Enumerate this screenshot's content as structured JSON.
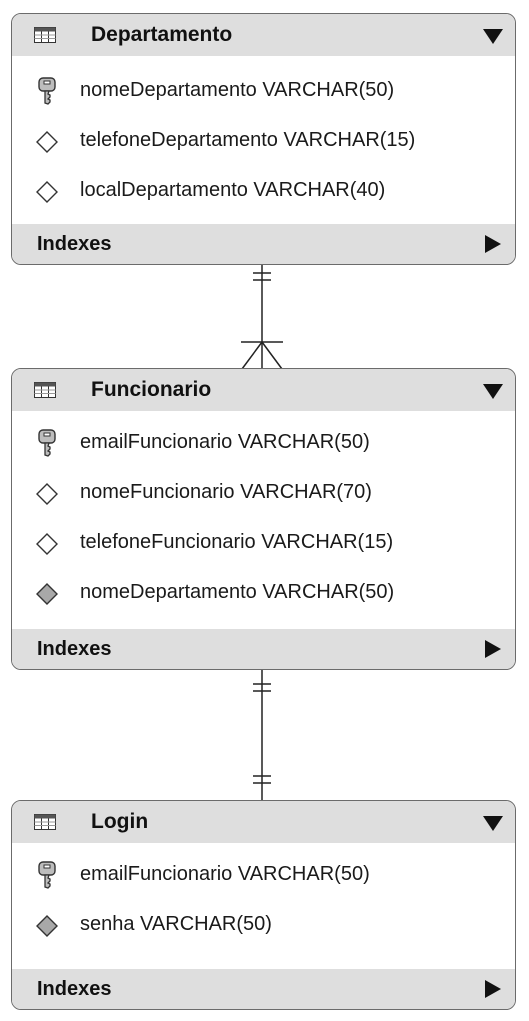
{
  "colors": {
    "header_bg": "#dedede",
    "border": "#6b6b6b",
    "fk_diamond": "#a8a8a8",
    "key_icon": "#8a8a8a"
  },
  "entities": [
    {
      "title": "Departamento",
      "columns": [
        {
          "icon": "key-icon",
          "text": "nomeDepartamento VARCHAR(50)"
        },
        {
          "icon": "empty-diamond-icon",
          "text": "telefoneDepartamento VARCHAR(15)"
        },
        {
          "icon": "empty-diamond-icon",
          "text": "localDepartamento VARCHAR(40)"
        }
      ],
      "indexes_label": "Indexes"
    },
    {
      "title": "Funcionario",
      "columns": [
        {
          "icon": "key-icon",
          "text": "emailFuncionario VARCHAR(50)"
        },
        {
          "icon": "empty-diamond-icon",
          "text": "nomeFuncionario VARCHAR(70)"
        },
        {
          "icon": "empty-diamond-icon",
          "text": "telefoneFuncionario VARCHAR(15)"
        },
        {
          "icon": "filled-diamond-icon",
          "text": "nomeDepartamento VARCHAR(50)"
        }
      ],
      "indexes_label": "Indexes"
    },
    {
      "title": "Login",
      "columns": [
        {
          "icon": "key-icon",
          "text": "emailFuncionario VARCHAR(50)"
        },
        {
          "icon": "filled-diamond-icon",
          "text": "senha VARCHAR(50)"
        }
      ],
      "indexes_label": "Indexes"
    }
  ],
  "relationships": [
    {
      "from": "Departamento",
      "to": "Funcionario",
      "from_end": "one",
      "to_end": "many"
    },
    {
      "from": "Funcionario",
      "to": "Login",
      "from_end": "one",
      "to_end": "one"
    }
  ]
}
